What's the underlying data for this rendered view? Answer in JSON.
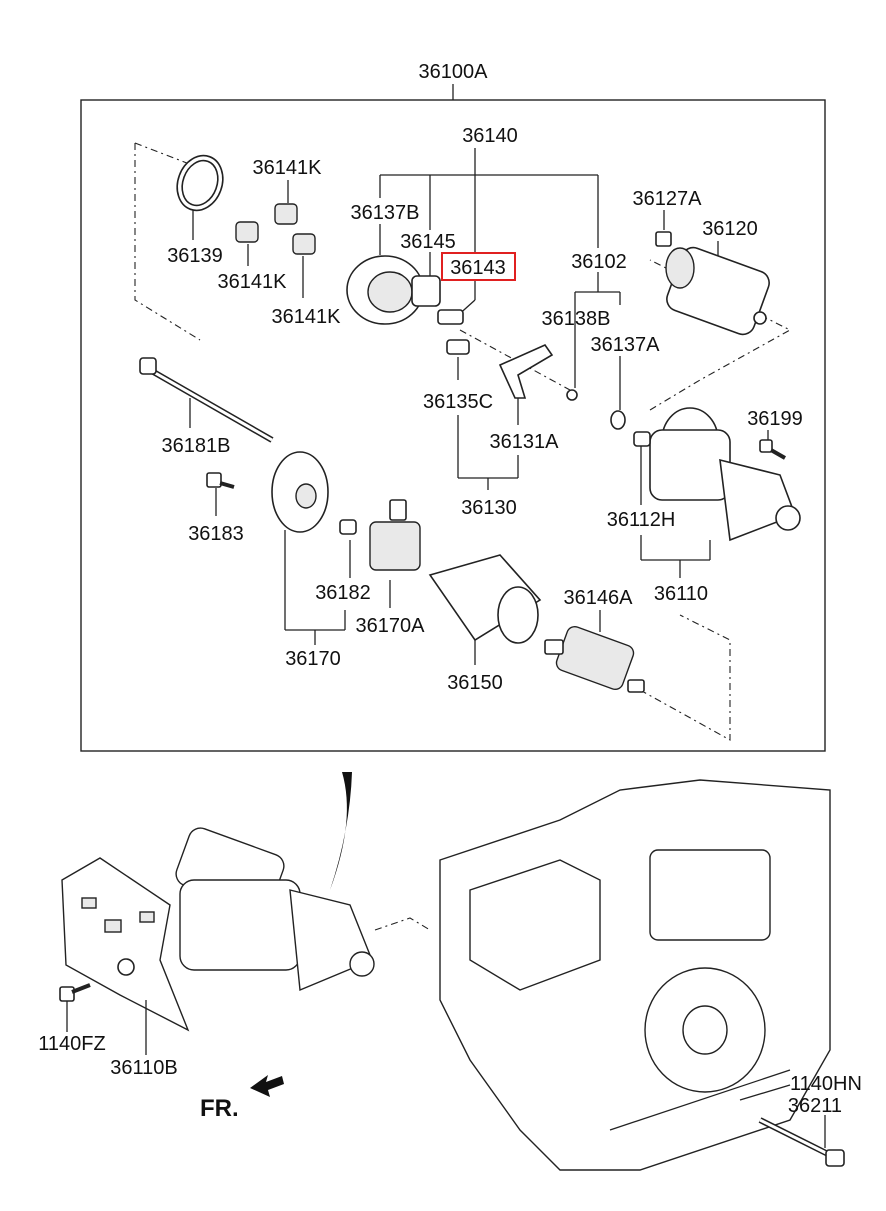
{
  "labels": {
    "assembly": "36100A",
    "p36140": "36140",
    "p36141K_a": "36141K",
    "p36137B": "36137B",
    "p36145": "36145",
    "p36143": "36143",
    "p36102": "36102",
    "p36127A": "36127A",
    "p36120": "36120",
    "p36139": "36139",
    "p36141K_b": "36141K",
    "p36141K_c": "36141K",
    "p36138B": "36138B",
    "p36137A": "36137A",
    "p36135C": "36135C",
    "p36181B": "36181B",
    "p36131A": "36131A",
    "p36199": "36199",
    "p36130": "36130",
    "p36183": "36183",
    "p36112H": "36112H",
    "p36182": "36182",
    "p36146A": "36146A",
    "p36110": "36110",
    "p36170A": "36170A",
    "p36170": "36170",
    "p36150": "36150",
    "p1140FZ": "1140FZ",
    "p36110B": "36110B",
    "p1140HN": "1140HN",
    "p36211": "36211",
    "front": "FR."
  },
  "highlight": {
    "part": "36143",
    "color": "#e02020"
  }
}
